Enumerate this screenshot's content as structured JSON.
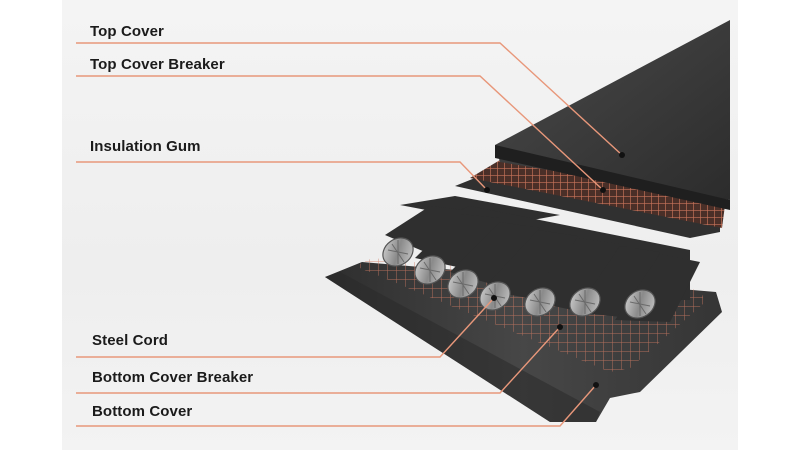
{
  "labels": {
    "top_cover": "Top Cover",
    "top_cover_breaker": "Top Cover Breaker",
    "insulation_gum": "Insulation Gum",
    "steel_cord": "Steel Cord",
    "bottom_cover_breaker": "Bottom Cover Breaker",
    "bottom_cover": "Bottom Cover"
  },
  "colors": {
    "leader_line": "#e8977a",
    "rubber_dark": "#3a3a3a",
    "mesh": "#c0664a"
  }
}
